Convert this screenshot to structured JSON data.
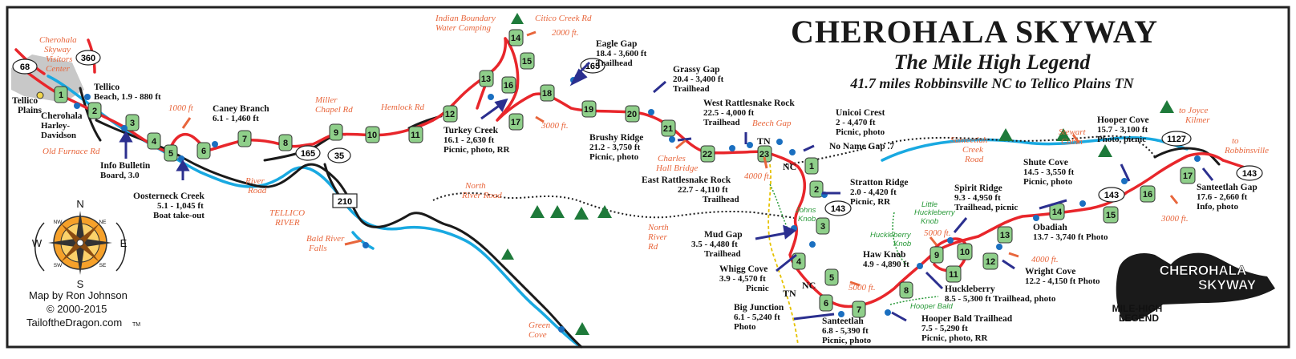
{
  "title": {
    "main": "CHEROHALA SKYWAY",
    "sub": "The Mile High Legend",
    "route": "41.7 miles Robbinsville NC to Tellico Plains TN"
  },
  "credits": {
    "line1": "Map by Ron Johnson",
    "line2": "© 2000-2015",
    "line3": "TailoftheDragon.com",
    "tm": "TM"
  },
  "logo": {
    "line1": "CHEROHALA",
    "line2": "SKYWAY",
    "line3": "MILE-HIGH",
    "line4": "LEGEND"
  },
  "compass": {
    "n": "N",
    "s": "S",
    "e": "E",
    "w": "W",
    "nw": "NW",
    "ne": "NE",
    "sw": "SW",
    "se": "SE"
  },
  "colors": {
    "skyway": "#e8262b",
    "river": "#19a9e1",
    "road": "#1a1a1a",
    "marker": "#8fcf8a",
    "arrow": "#2b2f8f",
    "orange": "#e8663c"
  },
  "route_shields": [
    "68",
    "360",
    "165",
    "35",
    "165",
    "210",
    "143",
    "143",
    "143",
    "1127"
  ],
  "state_labels": [
    "TN",
    "NC",
    "NC",
    "TN"
  ],
  "road_labels": {
    "visitors": [
      "Cherohala",
      "Skyway",
      "Visitors",
      "Center"
    ],
    "old_furnace": "Old Furnace Rd",
    "miller": [
      "Miller",
      "Chapel Rd"
    ],
    "hemlock": "Hemlock Rd",
    "river_road": [
      "River",
      "Road"
    ],
    "tellico_river": [
      "TELLICO",
      "RIVER"
    ],
    "north_river": [
      "North",
      "River Road"
    ],
    "north_river_rd": [
      "North",
      "River",
      "Rd"
    ],
    "bald_river": [
      "Bald River",
      "Falls"
    ],
    "green_cove": [
      "Green",
      "Cove"
    ],
    "indian_boundary": [
      "Indian Boundary",
      "Water Camping"
    ],
    "citico": "Citico Creek Rd",
    "charles_hall": [
      "Charles",
      "Hall Bridge"
    ],
    "beech_gap": "Beech Gap",
    "santeetlah_creek": [
      "Santeetlah",
      "Creek",
      "Road"
    ],
    "stewart": [
      "Stewart",
      "Cabin"
    ],
    "joyce": [
      "to Joyce",
      "Kilmer"
    ],
    "robbinsville": [
      "to",
      "Robbinsville"
    ]
  },
  "elevations": [
    "1000 ft",
    "2000 ft.",
    "3000 ft.",
    "4000 ft.",
    "5000 ft.",
    "4000 ft.",
    "5000 ft.",
    "3000 ft."
  ],
  "trail_labels": {
    "johns": [
      "Johns",
      "Knob"
    ],
    "little_huck": [
      "Little",
      "Huckleberry",
      "Knob"
    ],
    "huck_knob": [
      "Huckleberry",
      "Knob"
    ],
    "hooper_bald": "Hooper Bald"
  },
  "tn_markers": [
    "1",
    "2",
    "3",
    "4",
    "5",
    "6",
    "7",
    "8",
    "9",
    "10",
    "11",
    "12",
    "14",
    "15",
    "16",
    "17",
    "18",
    "19",
    "20",
    "21",
    "22",
    "23"
  ],
  "tn_marker_13": "13",
  "nc_markers": [
    "1",
    "2",
    "3",
    "4",
    "5",
    "6",
    "7",
    "8",
    "9",
    "10",
    "11",
    "12",
    "13",
    "14",
    "15",
    "16",
    "17"
  ],
  "poi": {
    "tellico_plains": [
      "Tellico",
      "Plains"
    ],
    "tellico_beach": [
      "Tellico",
      "Beach, 1.9 - 880 ft"
    ],
    "harley": [
      "Cherohala",
      "Harley-",
      "Davidson"
    ],
    "caney": [
      "Caney Branch",
      "6.1 - 1,460 ft"
    ],
    "info": [
      "Info Bulletin",
      "Board, 3.0"
    ],
    "oosterneck": [
      "Oosterneck Creek",
      "5.1 - 1,045 ft",
      "Boat take-out"
    ],
    "turkey": [
      "Turkey Creek",
      "16.1 - 2,630 ft",
      "Picnic, photo, RR"
    ],
    "eagle": [
      "Eagle Gap",
      "18.4 - 3,600 ft",
      "Trailhead"
    ],
    "grassy": [
      "Grassy Gap",
      "20.4 - 3,400 ft",
      "Trailhead"
    ],
    "brushy": [
      "Brushy Ridge",
      "21.2 - 3,750 ft",
      "Picnic, photo"
    ],
    "west_rattle": [
      "West Rattlesnake Rock",
      "22.5 - 4,000 ft",
      "Trailhead"
    ],
    "east_rattle": [
      "East Rattlesnake Rock",
      "22.7 - 4,110 ft",
      "Trailhead"
    ],
    "unicoi": [
      "Unicoi Crest",
      "2 - 4,470 ft",
      "Picnic, photo"
    ],
    "noname": "No Name Gap  .7",
    "stratton": [
      "Stratton Ridge",
      "2.0 - 4,420 ft",
      "Picnic, RR"
    ],
    "mud": [
      "Mud Gap",
      "3.5 - 4,480 ft",
      "Trailhead"
    ],
    "whigg": [
      "Whigg Cove",
      "3.9 - 4,570 ft",
      "Picnic"
    ],
    "bigjunc": [
      "Big Junction",
      "6.1 - 5,240 ft",
      "Photo"
    ],
    "santeetlah": [
      "Santeetlah",
      "6.8 - 5,390 ft",
      "Picnic, photo"
    ],
    "haw": [
      "Haw Knob",
      "4.9 - 4,890 ft"
    ],
    "spirit": [
      "Spirit Ridge",
      "9.3 - 4,950 ft",
      "Trailhead, picnic"
    ],
    "huck": [
      "Huckleberry",
      "8.5 - 5,300 ft Trailhead, photo"
    ],
    "hooper_th": [
      "Hooper Bald Trailhead",
      "7.5 - 5,290 ft",
      "Picnic, photo, RR"
    ],
    "shute": [
      "Shute Cove",
      "14.5 - 3,550 ft",
      "Picnic, photo"
    ],
    "obadiah": [
      "Obadiah",
      "13.7 - 3,740 ft Photo"
    ],
    "wright": [
      "Wright Cove",
      "12.2 - 4,150 ft Photo"
    ],
    "hooper_cove": [
      "Hooper Cove",
      "15.7 - 3,100 ft",
      "Photo, picnic"
    ],
    "sgap": [
      "Santeetlah Gap",
      "17.6 - 2,660 ft",
      "Info, photo"
    ]
  }
}
